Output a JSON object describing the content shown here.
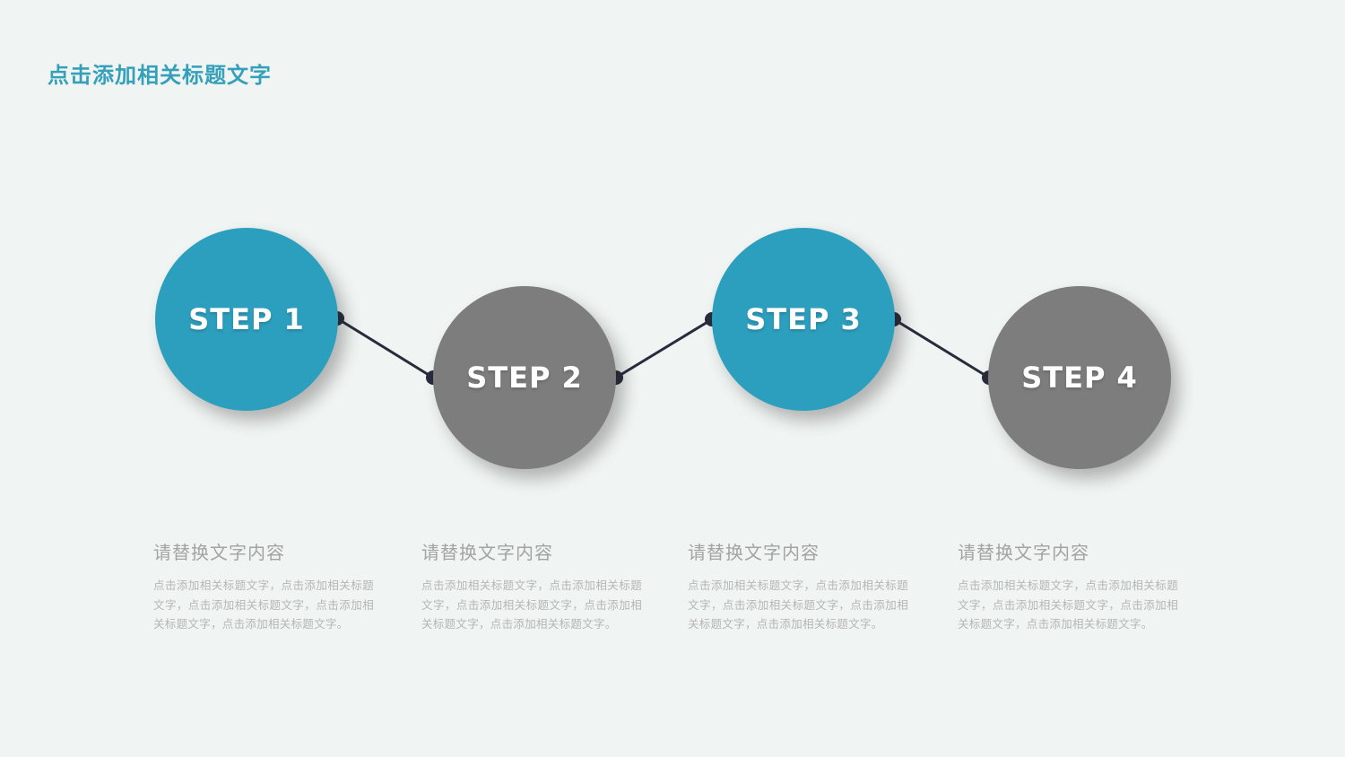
{
  "slide": {
    "title": "点击添加相关标题文字"
  },
  "colors": {
    "background": "#f0f4f2",
    "accent_teal": "#2d9fbe",
    "accent_gray": "#7d7d7d",
    "connector": "#282c3c",
    "title_text": "#35a0ba",
    "block_heading": "#a2a3a3",
    "block_body": "#b5b6b6",
    "step_label": "#ffffff"
  },
  "steps": [
    {
      "label": "STEP 1",
      "color": "#2d9fbe"
    },
    {
      "label": "STEP 2",
      "color": "#7d7d7d"
    },
    {
      "label": "STEP 3",
      "color": "#2d9fbe"
    },
    {
      "label": "STEP 4",
      "color": "#7d7d7d"
    }
  ],
  "blocks": [
    {
      "heading": "请替换文字内容",
      "body": "点击添加相关标题文字，点击添加相关标题文字，点击添加相关标题文字，点击添加相关标题文字，点击添加相关标题文字。"
    },
    {
      "heading": "请替换文字内容",
      "body": "点击添加相关标题文字，点击添加相关标题文字，点击添加相关标题文字，点击添加相关标题文字，点击添加相关标题文字。"
    },
    {
      "heading": "请替换文字内容",
      "body": "点击添加相关标题文字，点击添加相关标题文字，点击添加相关标题文字，点击添加相关标题文字，点击添加相关标题文字。"
    },
    {
      "heading": "请替换文字内容",
      "body": "点击添加相关标题文字，点击添加相关标题文字，点击添加相关标题文字，点击添加相关标题文字，点击添加相关标题文字。"
    }
  ]
}
